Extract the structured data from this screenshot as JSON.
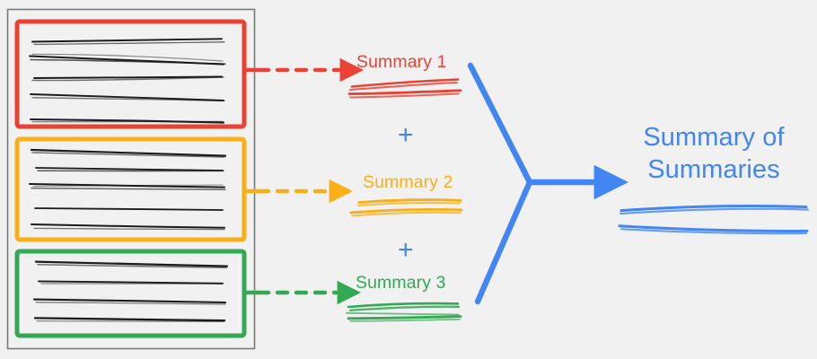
{
  "diagram": {
    "title": "Summary of Summaries",
    "background_color": "#f1f1f1",
    "document_container": {
      "border_color": "#777777",
      "fill_color": "#f1f1f1"
    },
    "source_documents": [
      {
        "id": "doc-1",
        "accent_color": "#EA4335",
        "accent_name": "red",
        "text_line_count": 5,
        "arrow_style": "dashed",
        "summary_label": "Summary 1"
      },
      {
        "id": "doc-2",
        "accent_color": "#FBAF17",
        "accent_name": "orange",
        "text_line_count": 5,
        "arrow_style": "dashed",
        "summary_label": "Summary 2"
      },
      {
        "id": "doc-3",
        "accent_color": "#34A853",
        "accent_name": "green",
        "text_line_count": 4,
        "arrow_style": "dashed",
        "summary_label": "Summary 3"
      }
    ],
    "summaries": [
      {
        "label": "Summary 1",
        "color": "#EA4335",
        "underline_count": 2
      },
      {
        "label": "Summary 2",
        "color": "#FBAF17",
        "underline_count": 2
      },
      {
        "label": "Summary 3",
        "color": "#34A853",
        "underline_count": 2
      }
    ],
    "operators": [
      {
        "symbol": "+",
        "color": "#4285F4"
      },
      {
        "symbol": "+",
        "color": "#4285F4"
      }
    ],
    "merge_connector": {
      "color": "#4285F4",
      "shape": "y-merge",
      "arrow_direction": "right"
    },
    "final_output": {
      "line_1": "Summary of",
      "line_2": "Summaries",
      "color": "#4285F4",
      "underline_count": 2
    }
  }
}
